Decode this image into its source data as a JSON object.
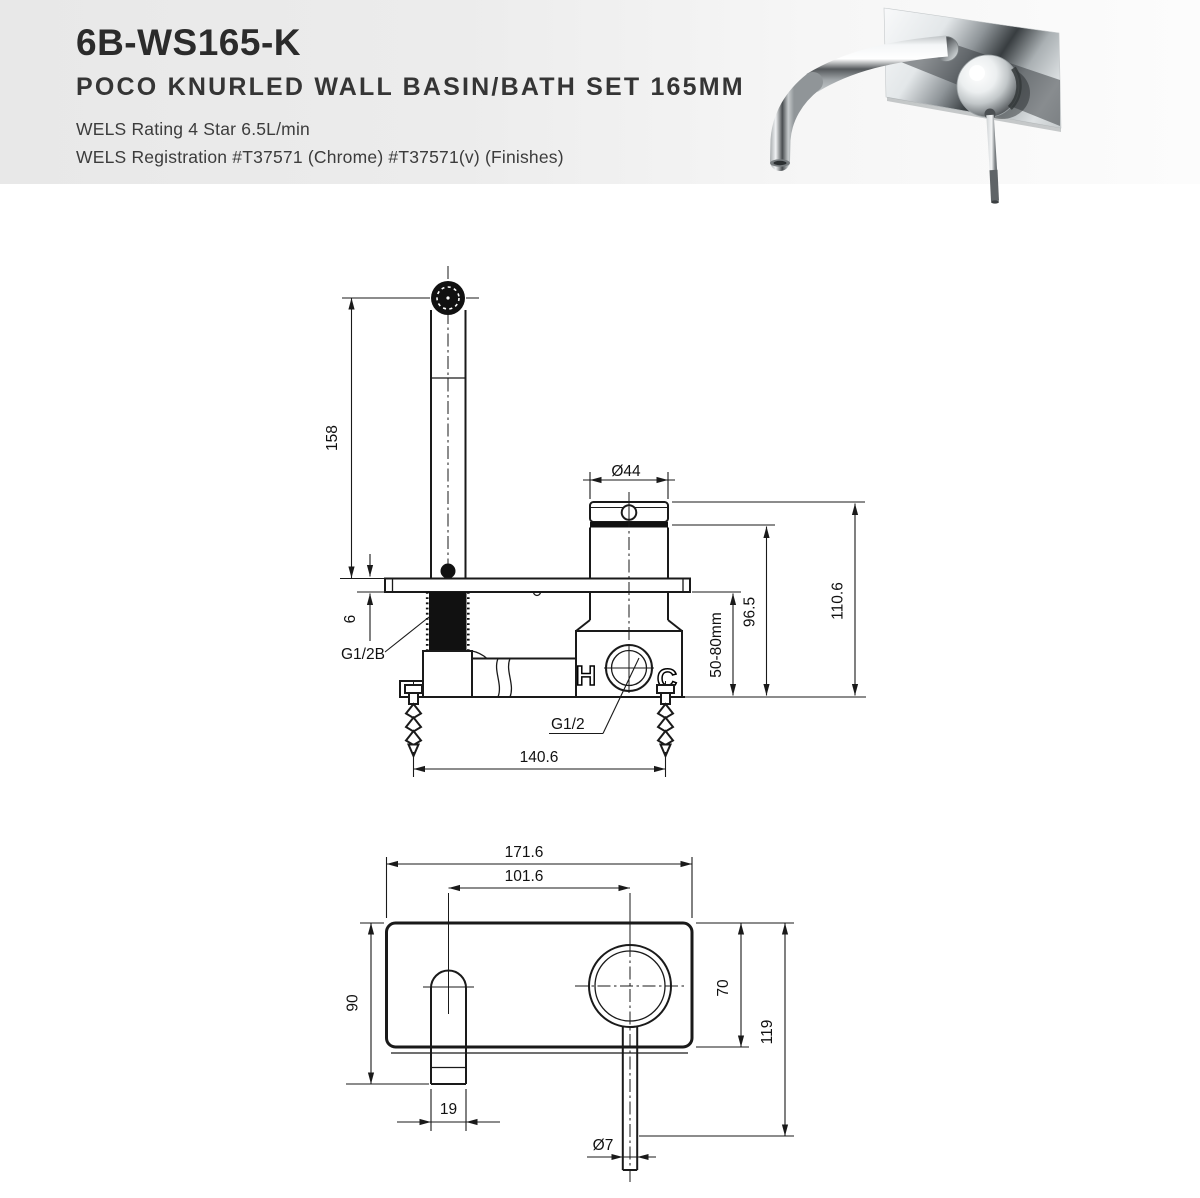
{
  "header": {
    "product_code": "6B-WS165-K",
    "product_name": "POCO KNURLED WALL BASIN/BATH SET 165MM",
    "wels_rating": "WELS Rating 4 Star 6.5L/min",
    "wels_registration": "WELS Registration #T37571 (Chrome) #T37571(v) (Finishes)"
  },
  "side_view": {
    "spout_height": "158",
    "plate_offset": "6",
    "spout_thread_label": "G1/2B",
    "cartridge_diameter": "Ø44",
    "hot_label": "H",
    "cold_label": "C",
    "inlet_thread_label": "G1/2",
    "fixing_centres": "140.6",
    "wall_depth_range": "50-80mm",
    "depth_to_cartridge": "96.5",
    "overall_depth": "110.6"
  },
  "front_view": {
    "plate_width": "171.6",
    "spout_to_handle_centres": "101.6",
    "spout_drop": "90",
    "spout_diameter": "19",
    "plate_height": "70",
    "handle_drop": "119",
    "lever_diameter": "Ø7"
  },
  "colors": {
    "line": "#1a1a1a",
    "header_text": "#2b2b2b",
    "header_gradient_start": "#e8e8e8",
    "header_gradient_end": "#fcfcfc"
  }
}
